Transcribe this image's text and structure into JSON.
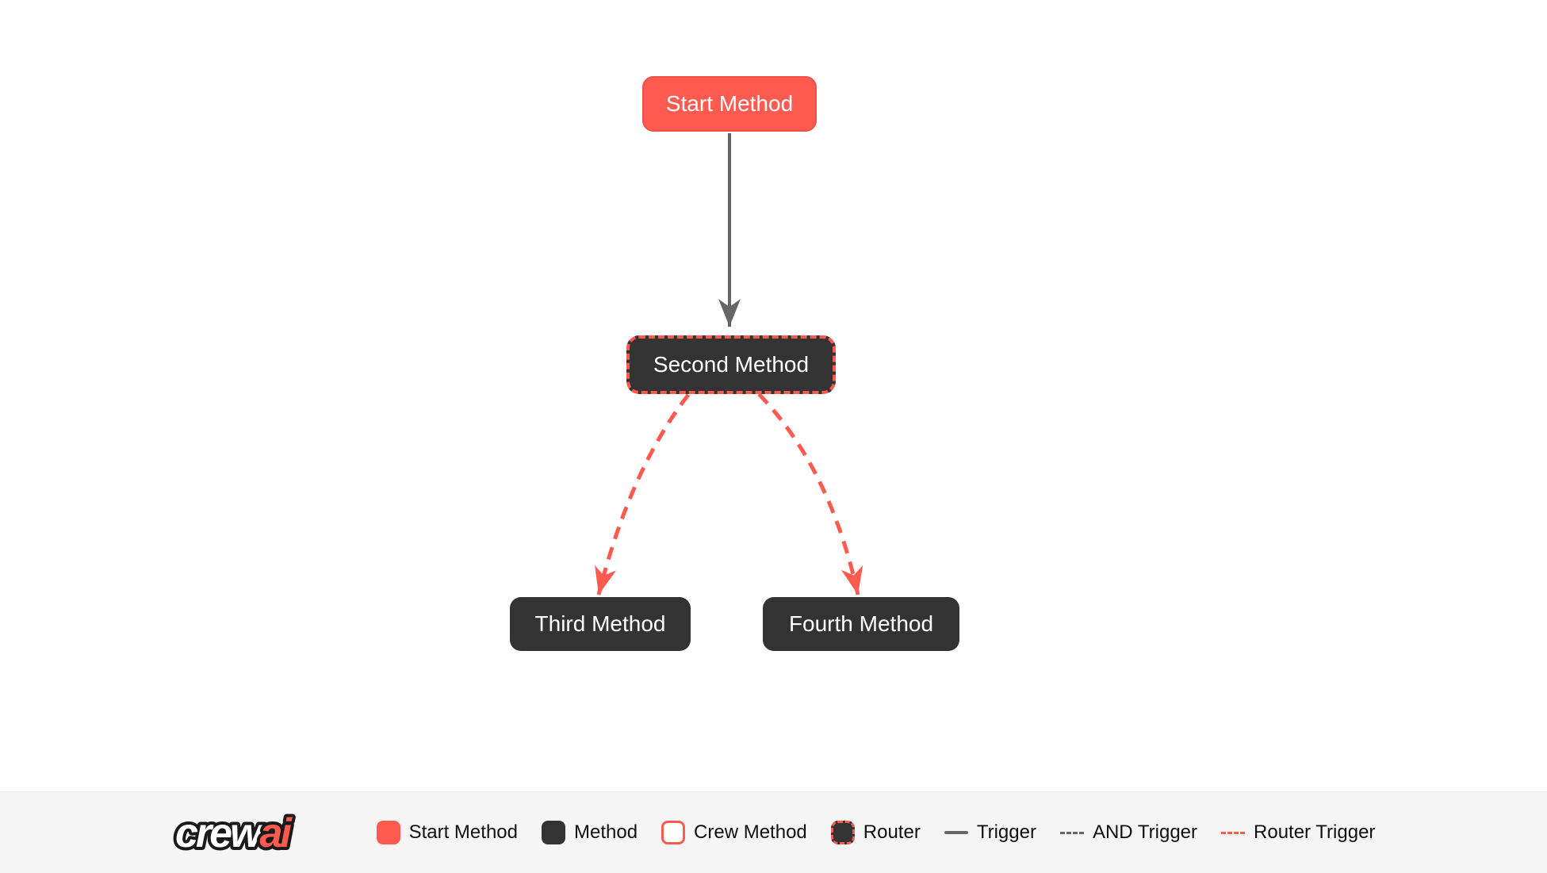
{
  "diagram": {
    "nodes": [
      {
        "id": "start_method",
        "label": "Start Method",
        "type": "start"
      },
      {
        "id": "second_method",
        "label": "Second Method",
        "type": "router"
      },
      {
        "id": "third_method",
        "label": "Third Method",
        "type": "method"
      },
      {
        "id": "fourth_method",
        "label": "Fourth Method",
        "type": "method"
      }
    ],
    "edges": [
      {
        "from": "start_method",
        "to": "second_method",
        "type": "trigger"
      },
      {
        "from": "second_method",
        "to": "third_method",
        "type": "router_trigger"
      },
      {
        "from": "second_method",
        "to": "fourth_method",
        "type": "router_trigger"
      }
    ]
  },
  "colors": {
    "start_node": "#FF5A50",
    "method_node": "#333333",
    "router_border": "#FF5A50",
    "trigger_edge": "#666666",
    "router_trigger_edge": "#FF5A50",
    "legend_background": "#f5f5f6",
    "canvas_background": "#ffffff",
    "node_text": "#ffffff",
    "legend_text": "#111111"
  },
  "legend": {
    "logo": {
      "part1": "crew",
      "part2": "ai"
    },
    "items": [
      {
        "label": "Start Method",
        "swatch": "start-node-swatch"
      },
      {
        "label": "Method",
        "swatch": "method-node-swatch"
      },
      {
        "label": "Crew Method",
        "swatch": "crew-node-swatch"
      },
      {
        "label": "Router",
        "swatch": "router-node-swatch"
      },
      {
        "label": "Trigger",
        "swatch": "solid-gray-line"
      },
      {
        "label": "AND Trigger",
        "swatch": "dashed-gray-line"
      },
      {
        "label": "Router Trigger",
        "swatch": "dashed-red-line"
      }
    ]
  }
}
